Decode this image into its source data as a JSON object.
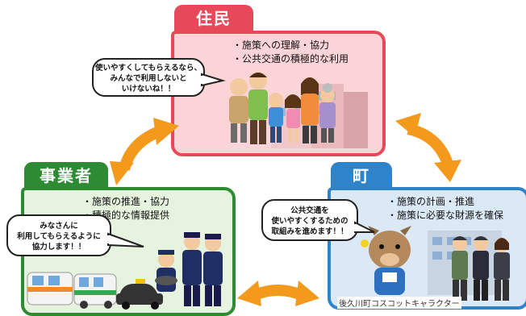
{
  "residents": {
    "title": "住民",
    "bullets": [
      "・施策への理解・協力",
      "・公共交通の積極的な利用"
    ],
    "speech": [
      "使いやすくしてもらえるなら、",
      "みんなで利用しないと",
      "いけないね！！"
    ]
  },
  "operators": {
    "title": "事業者",
    "bullets": [
      "・施策の推進・協力",
      "・積極的な情報提供"
    ],
    "speech": [
      "みなさんに",
      "利用してもらえるように",
      "協力します！！"
    ]
  },
  "town": {
    "title": "町",
    "bullets": [
      "・施策の計画・推進",
      "・施策に必要な財源を確保"
    ],
    "speech": [
      "公共交通を",
      "使いやすくするための",
      "取組みを進めます！！"
    ],
    "caption": "後久川町コスコットキャラクター"
  },
  "colors": {
    "residents": "#e8495a",
    "residents_fill": "#fbd4d7",
    "operators": "#2e8b34",
    "operators_fill": "#e6f3df",
    "town": "#2f84c9",
    "town_fill": "#dbe8f6",
    "arrow": "#f39a1d"
  }
}
